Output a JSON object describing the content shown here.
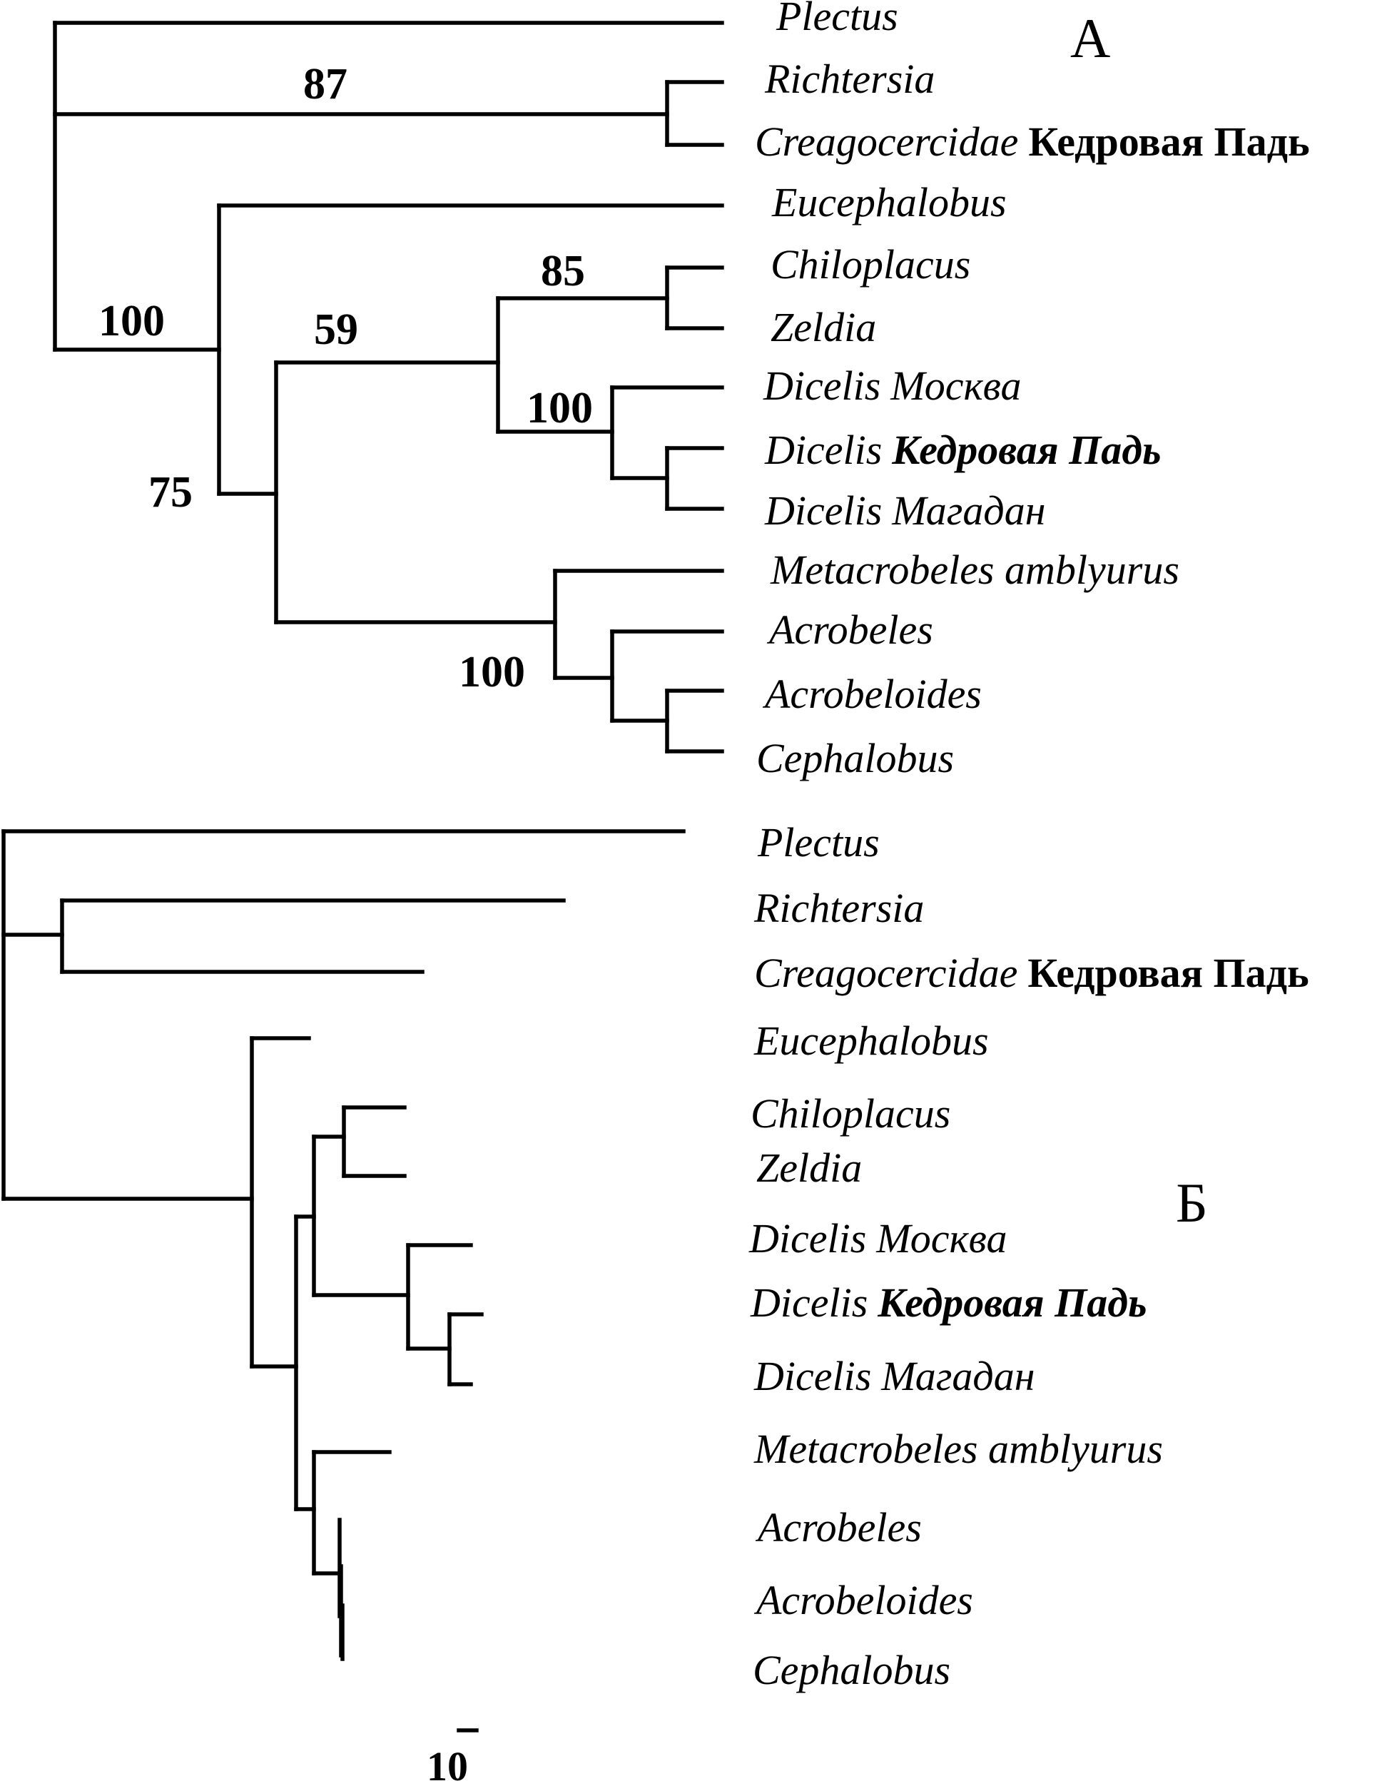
{
  "panel_a": {
    "label": "А",
    "taxa": [
      {
        "name": "Plectus",
        "loc": ""
      },
      {
        "name": "Richtersia",
        "loc": ""
      },
      {
        "name": "Creagocercidae",
        "loc": "Кедровая Падь"
      },
      {
        "name": "Eucephalobus",
        "loc": ""
      },
      {
        "name": "Chiloplacus",
        "loc": ""
      },
      {
        "name": "Zeldia",
        "loc": ""
      },
      {
        "name": "Dicelis",
        "loc": "Москва"
      },
      {
        "name": "Dicelis",
        "loc": "Кедровая Падь"
      },
      {
        "name": "Dicelis",
        "loc": "Магадан"
      },
      {
        "name": "Metacrobeles amblyurus",
        "loc": ""
      },
      {
        "name": "Acrobeles",
        "loc": ""
      },
      {
        "name": "Acrobeloides",
        "loc": ""
      },
      {
        "name": "Cephalobus",
        "loc": ""
      }
    ],
    "support_values": [
      "87",
      "100",
      "85",
      "59",
      "100",
      "75",
      "100"
    ]
  },
  "panel_b": {
    "label": "Б",
    "taxa": [
      {
        "name": "Plectus",
        "loc": ""
      },
      {
        "name": "Richtersia",
        "loc": ""
      },
      {
        "name": "Creagocercidae",
        "loc": "Кедровая Падь"
      },
      {
        "name": "Eucephalobus",
        "loc": ""
      },
      {
        "name": "Chiloplacus",
        "loc": ""
      },
      {
        "name": "Zeldia",
        "loc": ""
      },
      {
        "name": "Dicelis",
        "loc": "Москва"
      },
      {
        "name": "Dicelis",
        "loc": "Кедровая Падь"
      },
      {
        "name": "Dicelis",
        "loc": "Магадан"
      },
      {
        "name": "Metacrobeles amblyurus",
        "loc": ""
      },
      {
        "name": "Acrobeles",
        "loc": ""
      },
      {
        "name": "Acrobeloides",
        "loc": ""
      },
      {
        "name": "Cephalobus",
        "loc": ""
      }
    ],
    "scale_bar_label": "10"
  }
}
